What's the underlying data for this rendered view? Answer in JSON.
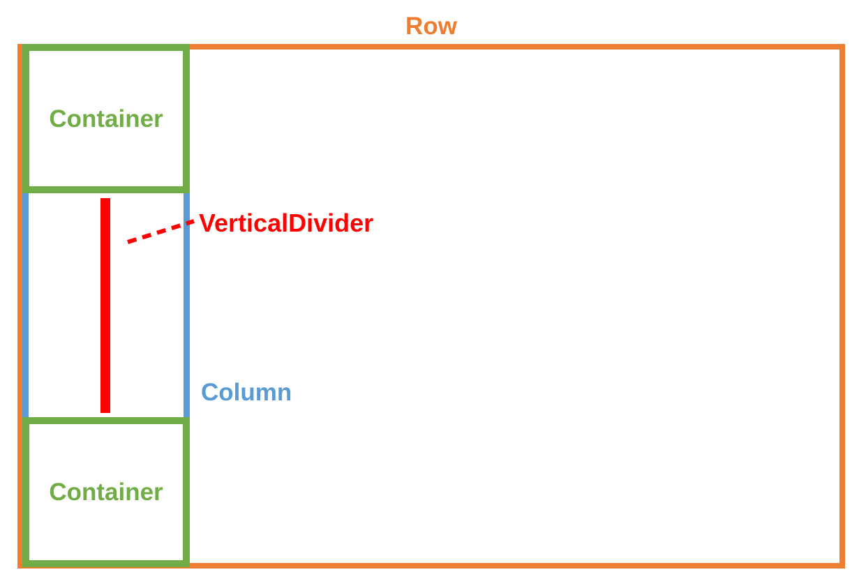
{
  "labels": {
    "row": "Row",
    "column": "Column",
    "container_top": "Container",
    "container_bottom": "Container",
    "vertical_divider": "VerticalDivider"
  },
  "colors": {
    "row": "#ED7D31",
    "column": "#5B9BD5",
    "container": "#70AD47",
    "divider": "#FF0000",
    "background": "#FFFFFF"
  }
}
